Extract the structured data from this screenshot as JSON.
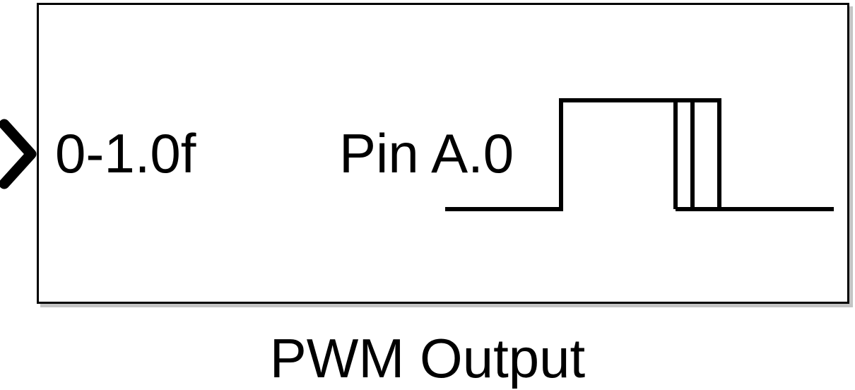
{
  "block": {
    "input_label": "0-1.0f",
    "pin_label": "Pin A.0",
    "name": "PWM Output"
  },
  "icons": {
    "input_port": "input-port-chevron-icon",
    "waveform": "pwm-waveform-icon"
  },
  "colors": {
    "stroke": "#000000",
    "background": "#ffffff",
    "shadow": "#c4c4c4"
  }
}
